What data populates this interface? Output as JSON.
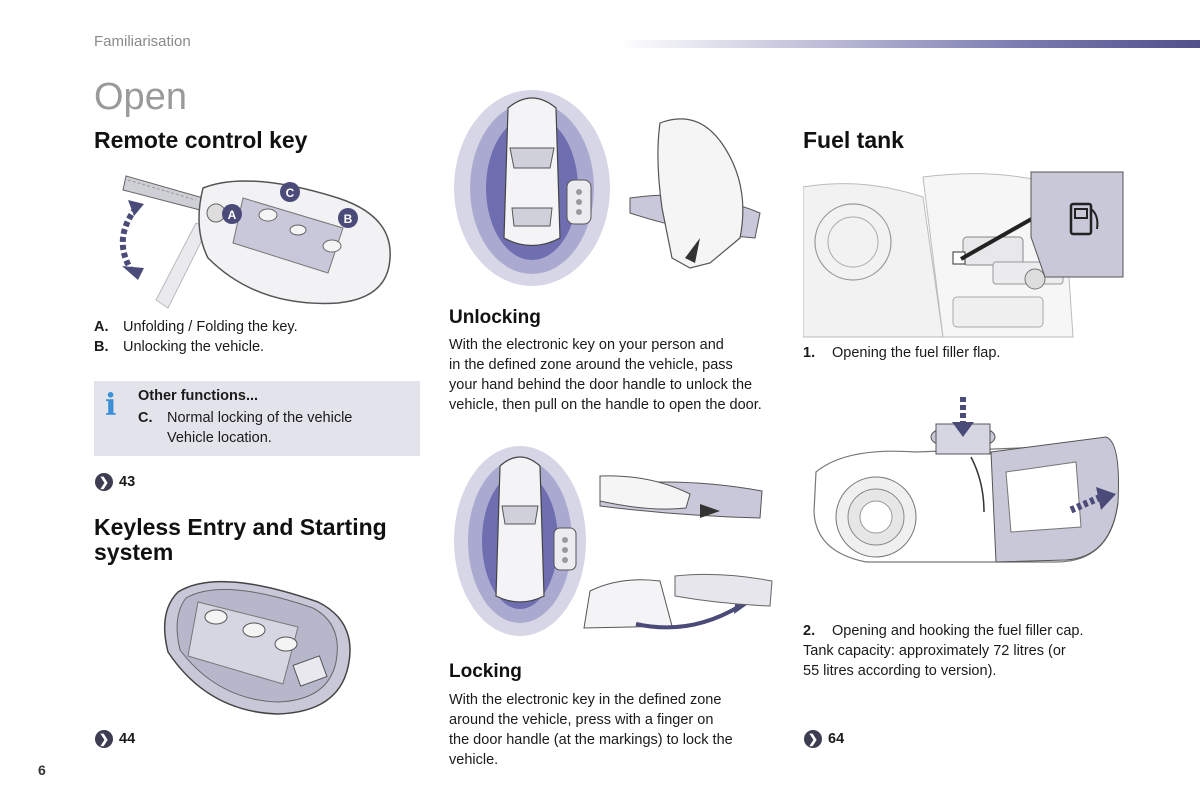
{
  "header": {
    "section": "Familiarisation",
    "title": "Open"
  },
  "remote_key": {
    "heading": "Remote control key",
    "image_labels": {
      "a": "A",
      "b": "B",
      "c": "C"
    },
    "items": [
      {
        "key": "A.",
        "text": "Unfolding / Folding the key."
      },
      {
        "key": "B.",
        "text": "Unlocking the vehicle."
      }
    ],
    "info": {
      "icon": "i",
      "title": "Other functions...",
      "item_key": "C.",
      "item_text_1": "Normal locking of the vehicle",
      "item_text_2": "Vehicle location."
    },
    "ref": "43"
  },
  "keyless": {
    "heading_line1": "Keyless Entry and Starting",
    "heading_line2": "system",
    "ref": "44"
  },
  "unlocking": {
    "heading": "Unlocking",
    "lines": [
      "With the electronic key on your person and",
      "in the defined zone around the vehicle, pass",
      "your hand behind the door handle to unlock the",
      "vehicle, then pull on the handle to open the door."
    ]
  },
  "locking": {
    "heading": "Locking",
    "lines": [
      "With the electronic key in the defined zone",
      "around the vehicle, press with a finger on",
      "the door handle (at the markings) to lock the",
      "vehicle."
    ]
  },
  "fuel": {
    "heading": "Fuel tank",
    "step1_key": "1.",
    "step1_text": "Opening the fuel filler flap.",
    "step2_key": "2.",
    "step2_text": "Opening and hooking the fuel filler cap.",
    "capacity_line1": "Tank capacity: approximately 72 litres (or",
    "capacity_line2": "55 litres according to version).",
    "ref": "64"
  },
  "page_number": "6",
  "colors": {
    "zone_outer": "#d6d6e6",
    "zone_mid": "#aaaad0",
    "zone_inner": "#6e6eb0",
    "accent": "#3a8fd6"
  }
}
